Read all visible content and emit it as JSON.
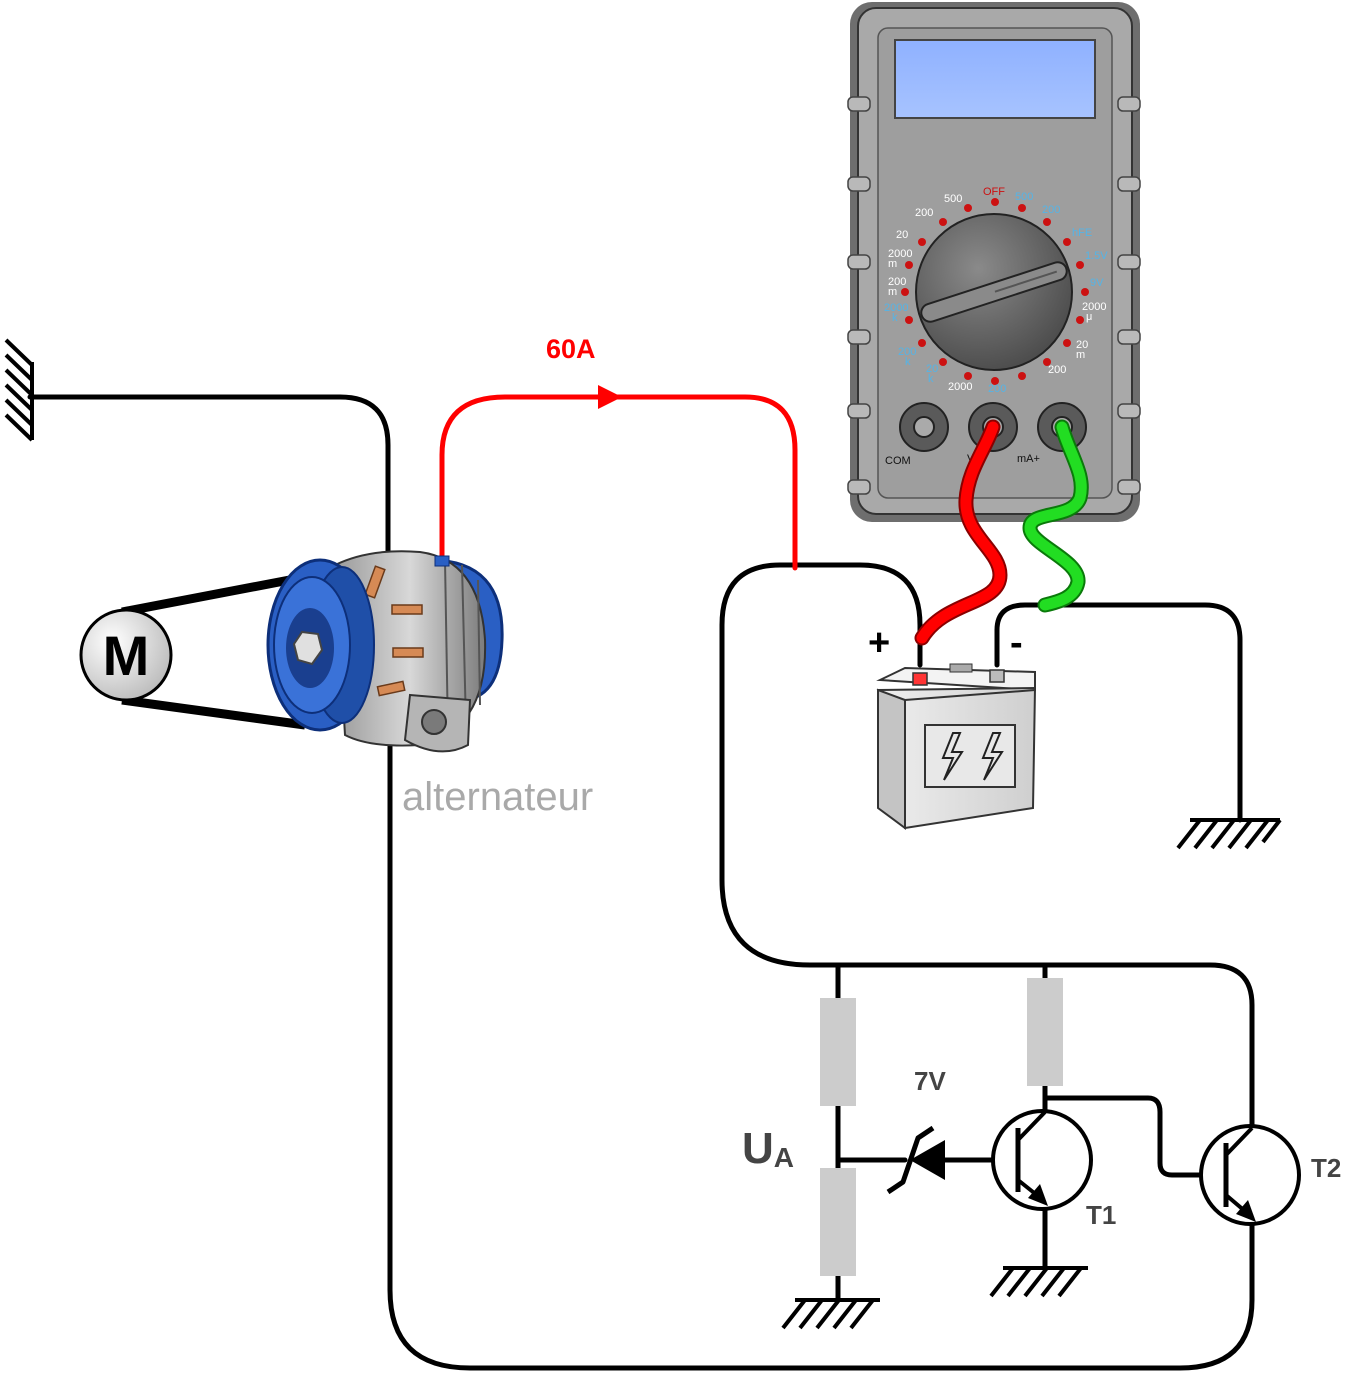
{
  "labels": {
    "motor": "M",
    "alternator": "alternateur",
    "current": "60A",
    "battery_plus": "+",
    "battery_minus": "-",
    "voltage_main": "U",
    "voltage_sub": "A",
    "zener": "7V",
    "transistor1": "T1",
    "transistor2": "T2"
  },
  "multimeter": {
    "dial_labels": {
      "off": "OFF",
      "v500a": "500",
      "v500b": "500",
      "v200a": "200",
      "v200b": "200",
      "v20": "20",
      "v2000m_a": "2000",
      "v2000m_b": "m",
      "v200m_a": "200",
      "v200m_b": "m",
      "r2000k_a": "2000",
      "r2000k_b": "k",
      "r200k_a": "200",
      "r200k_b": "k",
      "r20k_a": "20",
      "r20k_b": "k",
      "r2000": "2000",
      "r200": "200",
      "a200": "200",
      "a20m_a": "20",
      "a20m_b": "m",
      "a2000u_a": "2000",
      "a2000u_b": "μ",
      "b9v": "9V",
      "b15v": "1.5V",
      "hfe": "hFE"
    },
    "ports": {
      "com": "COM",
      "v": "V",
      "ma": "mA+"
    }
  },
  "colors": {
    "wire": "#000000",
    "current_wire": "#ff0000",
    "probe_red": "#ff0000",
    "probe_green": "#22dd22",
    "meter_body": "#a9a9a9",
    "meter_screen": "#99bbff",
    "alternator_blue": "#2a5fc4",
    "resistor": "#cccccc",
    "battery_body": "#e0e0e0"
  }
}
